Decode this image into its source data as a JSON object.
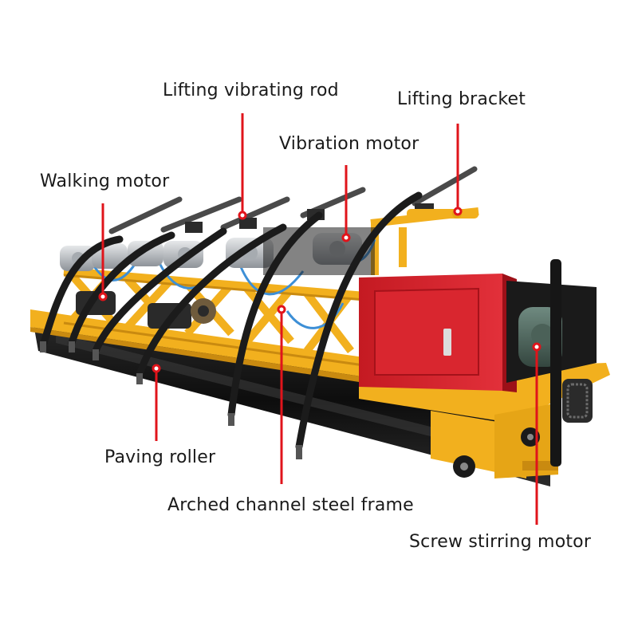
{
  "labels": {
    "lifting_vibrating_rod": "Lifting vibrating rod",
    "lifting_bracket": "Lifting bracket",
    "vibration_motor": "Vibration motor",
    "walking_motor": "Walking motor",
    "paving_roller": "Paving roller",
    "arched_channel_steel_frame": "Arched channel steel frame",
    "screw_stirring_motor": "Screw stirring motor"
  },
  "colors": {
    "frame": "#f2b01e",
    "frame_shadow": "#c98a10",
    "roller": "#111111",
    "cabinet": "#d8222b",
    "motor": "#c9ccd0",
    "hose": "#1b1b1b",
    "pipe": "#3d8fd6",
    "callout": "#e0141b"
  }
}
